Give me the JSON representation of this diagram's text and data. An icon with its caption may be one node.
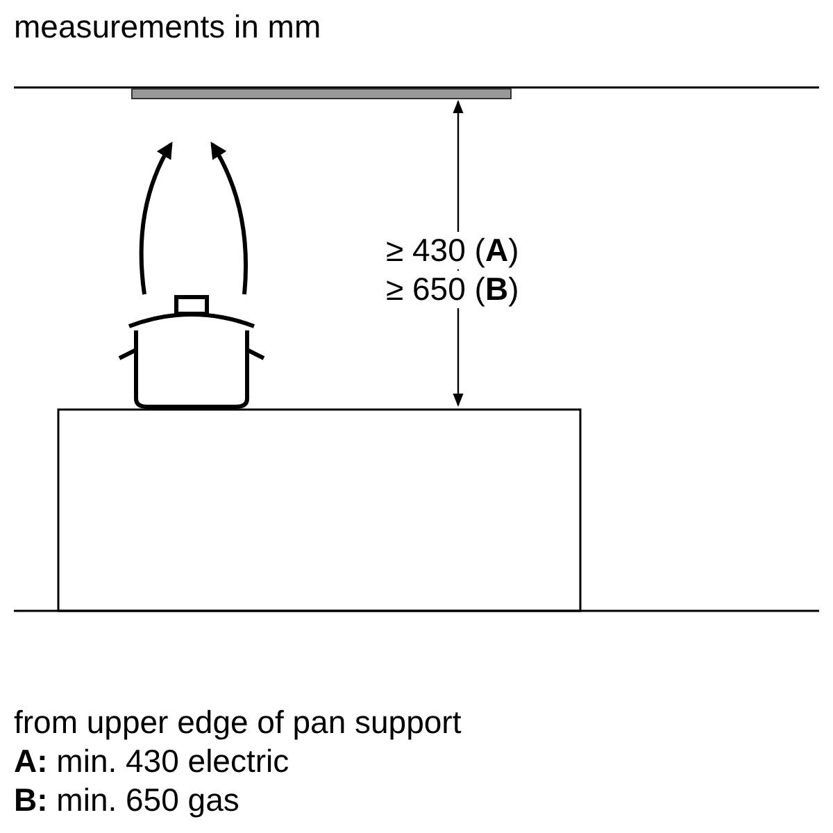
{
  "diagram": {
    "title": "measurements in mm",
    "labels": [
      "≥ 430 (**A**)",
      "≥ 650 (**B**)",
      "from upper edge of pan support",
      "**A:** min. 430 electric",
      "**B:** min. 650 gas"
    ]
  }
}
